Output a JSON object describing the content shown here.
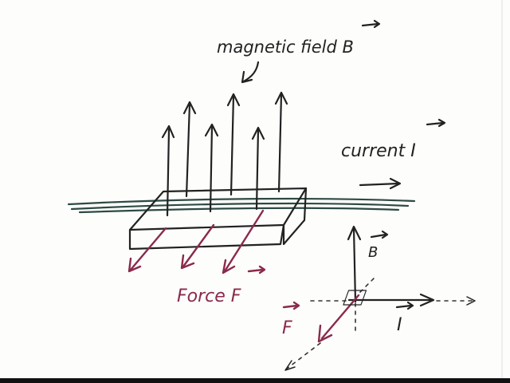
{
  "labels": {
    "field": "magnetic field B",
    "current": "current I",
    "force": "Force F",
    "axis_b": "B",
    "axis_i": "I",
    "axis_f": "F"
  },
  "colors": {
    "ink": "#222222",
    "force_ink": "#8a2a4c",
    "wire_ink": "#2e4a44"
  }
}
